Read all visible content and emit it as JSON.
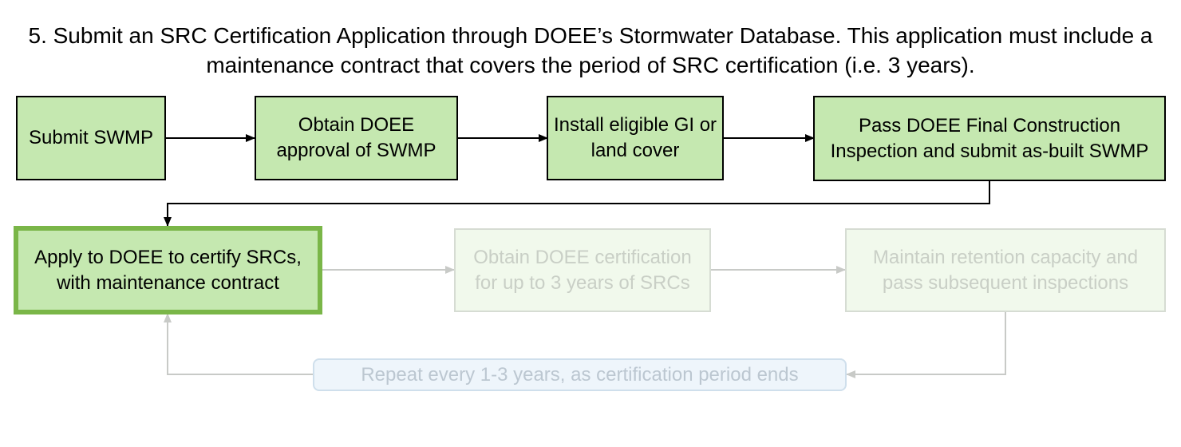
{
  "heading": "5. Submit an SRC Certification Application through DOEE’s Stormwater Database. This application must include a maintenance contract that covers the period of SRC certification (i.e. 3 years).",
  "steps": {
    "submit_swmp": "Submit SWMP",
    "obtain_approval": "Obtain DOEE approval of SWMP",
    "install_gi": "Install eligible GI or land cover",
    "pass_inspection": "Pass DOEE Final Construction Inspection and submit as-built SWMP",
    "apply_certify": "Apply to DOEE to certify SRCs, with maintenance contract",
    "obtain_certification": "Obtain DOEE certification for up to 3 years of SRCs",
    "maintain_capacity": "Maintain retention capacity and pass subsequent inspections",
    "repeat": "Repeat every 1-3 years, as certification period ends"
  },
  "colors": {
    "active_fill": "#c5e8b0",
    "current_border": "#7ab648",
    "faded_fill": "#f1f9ec",
    "faded_text": "#c9cfc6",
    "repeat_fill": "#eef5fb"
  }
}
